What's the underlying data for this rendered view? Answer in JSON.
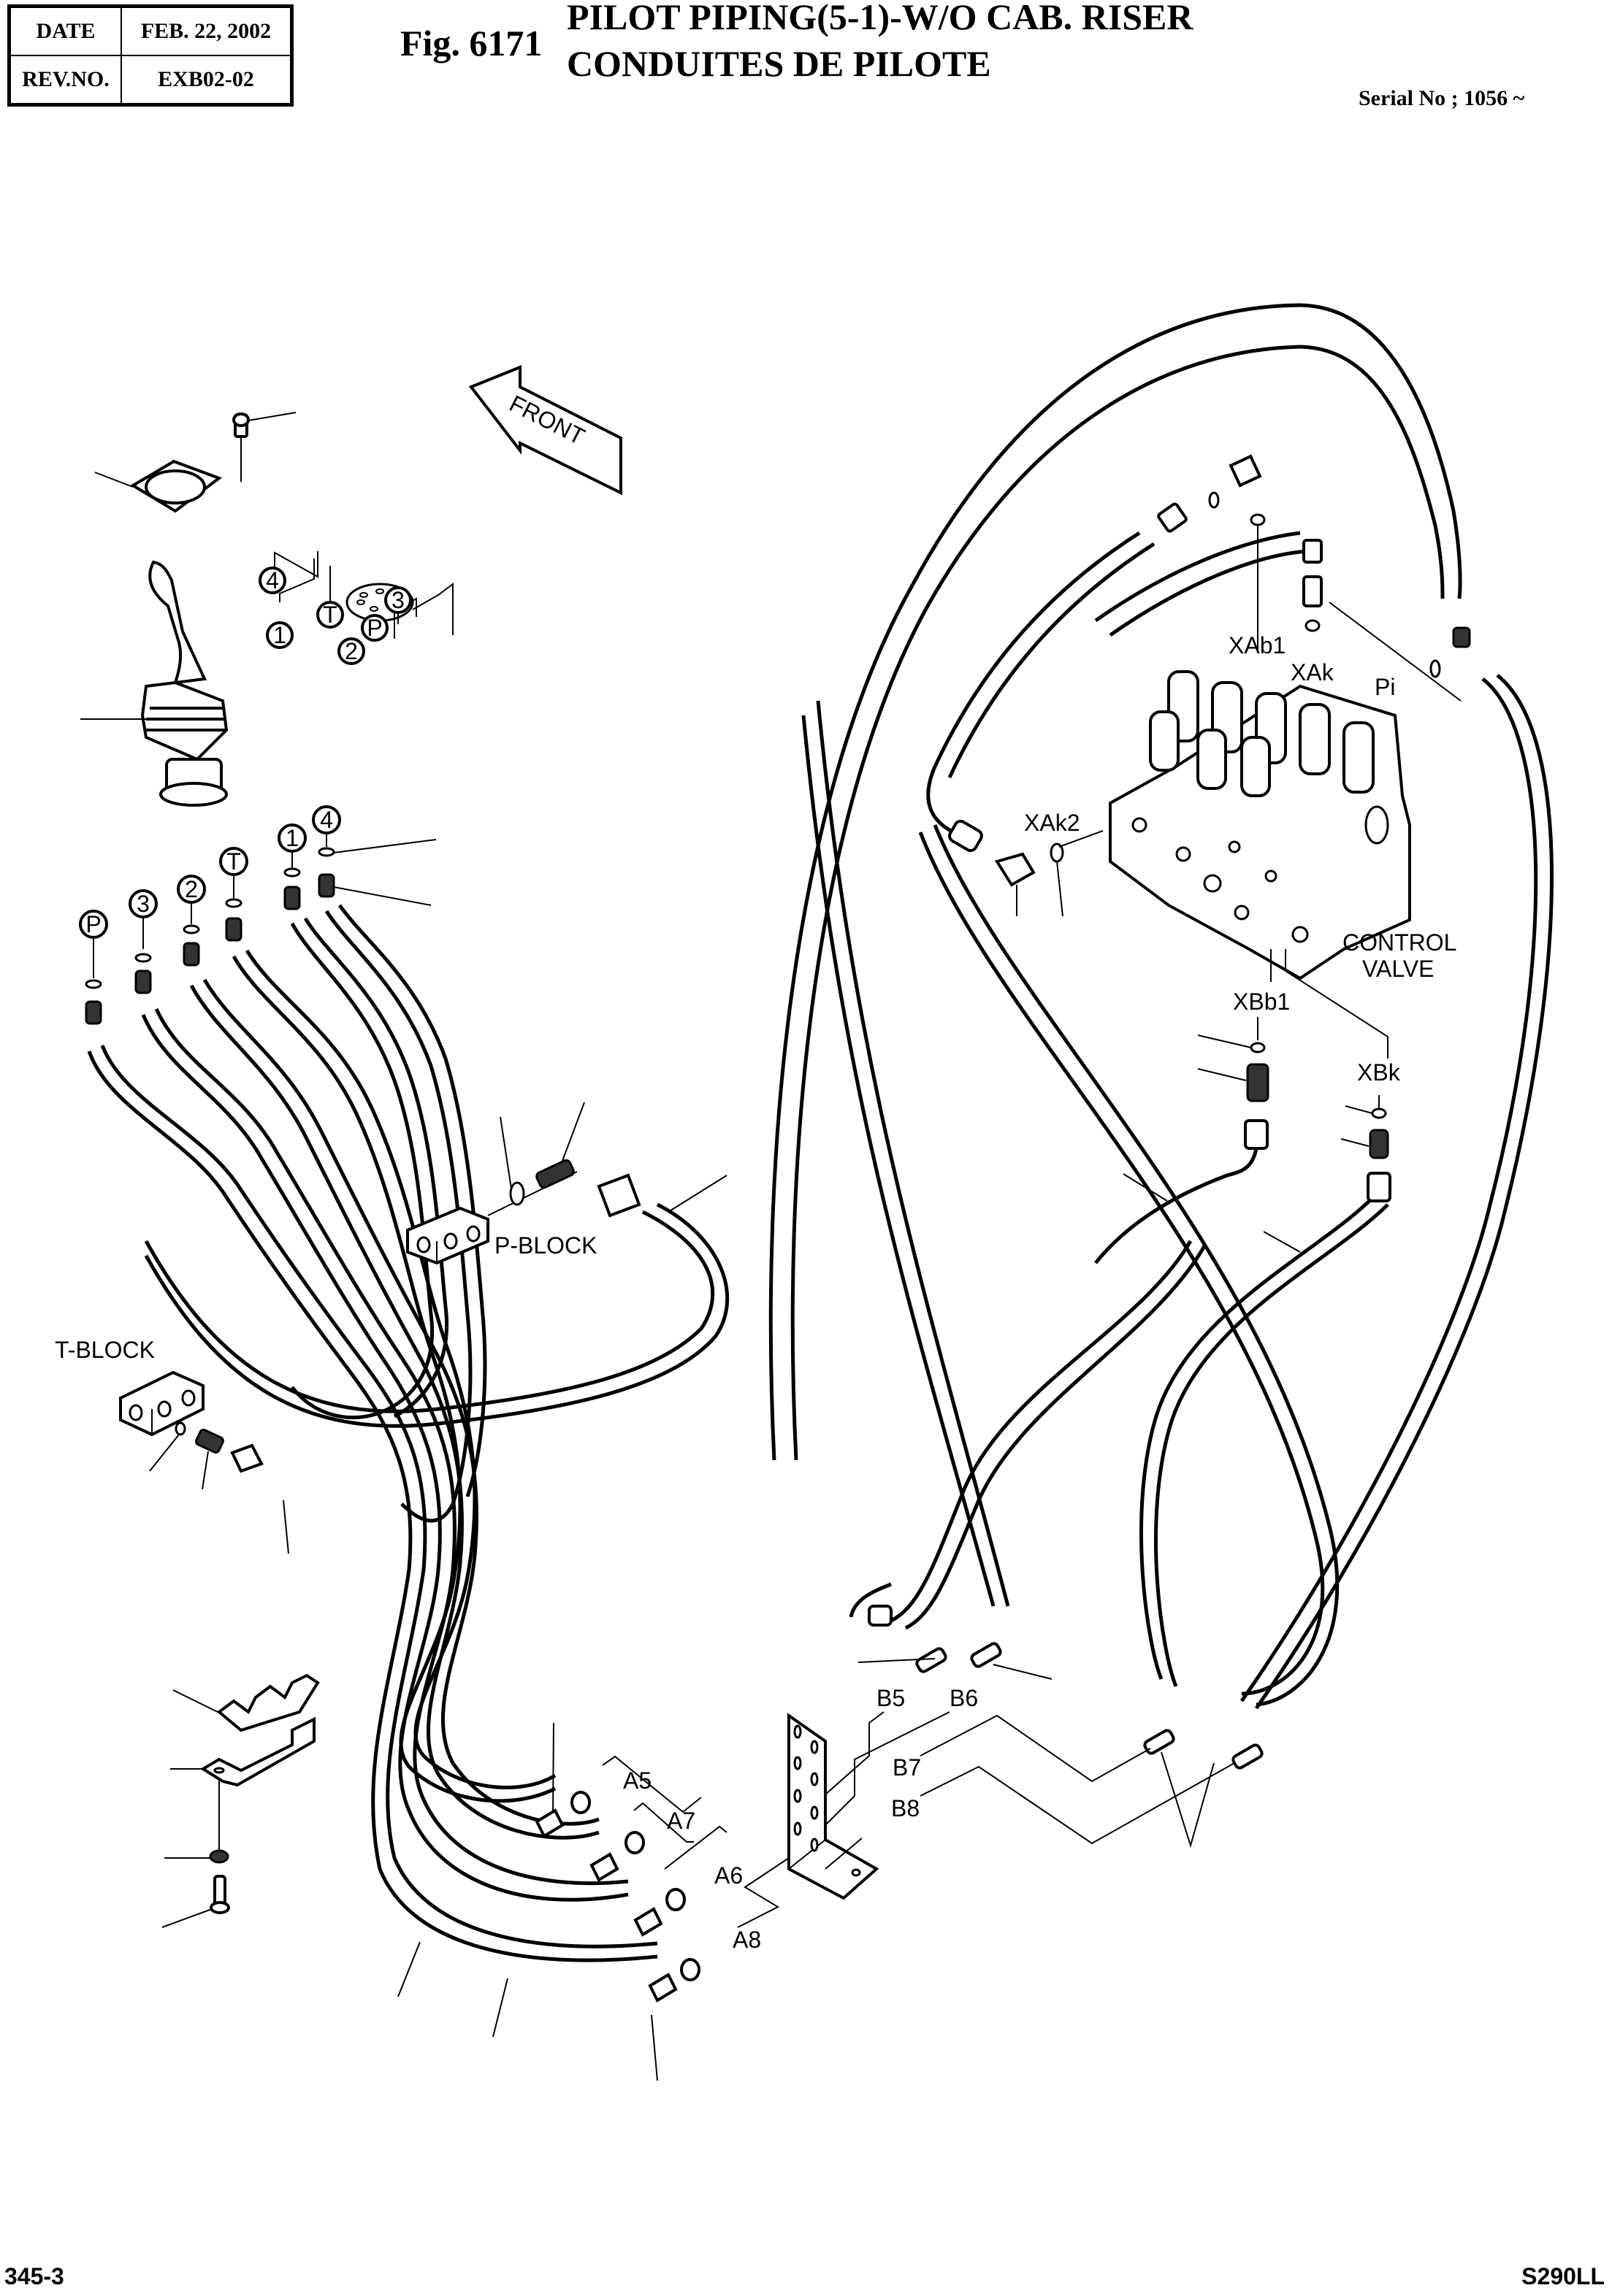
{
  "header": {
    "date_label": "DATE",
    "date_value": "FEB. 22, 2002",
    "rev_label": "REV.NO.",
    "rev_value": "EXB02-02",
    "figure": "Fig. 6171",
    "title_en": "PILOT PIPING(5-1)-W/O CAB. RISER",
    "title_fr": "CONDUITES DE PILOTE",
    "serial": "Serial No ; 1056 ~"
  },
  "footer": {
    "page": "345-3",
    "model": "S290LL"
  },
  "drawing": {
    "front_arrow": "FRONT",
    "port_map_labels": [
      "4",
      "1",
      "T",
      "2",
      "P",
      "3"
    ],
    "joystick_port_labels": [
      "P",
      "3",
      "2",
      "T",
      "1",
      "4"
    ],
    "p_block": "P-BLOCK",
    "t_block": "T-BLOCK",
    "control_valve_line1": "CONTROL",
    "control_valve_line2": "VALVE",
    "valve_ports": {
      "xab1": "XAb1",
      "xak": "XAk",
      "pi": "Pi",
      "xak2": "XAk2",
      "xbb1": "XBb1",
      "xbk": "XBk"
    },
    "bracket_ports": {
      "a5": "A5",
      "a7": "A7",
      "a6": "A6",
      "a8": "A8",
      "b5": "B5",
      "b6": "B6",
      "b7": "B7",
      "b8": "B8"
    }
  }
}
